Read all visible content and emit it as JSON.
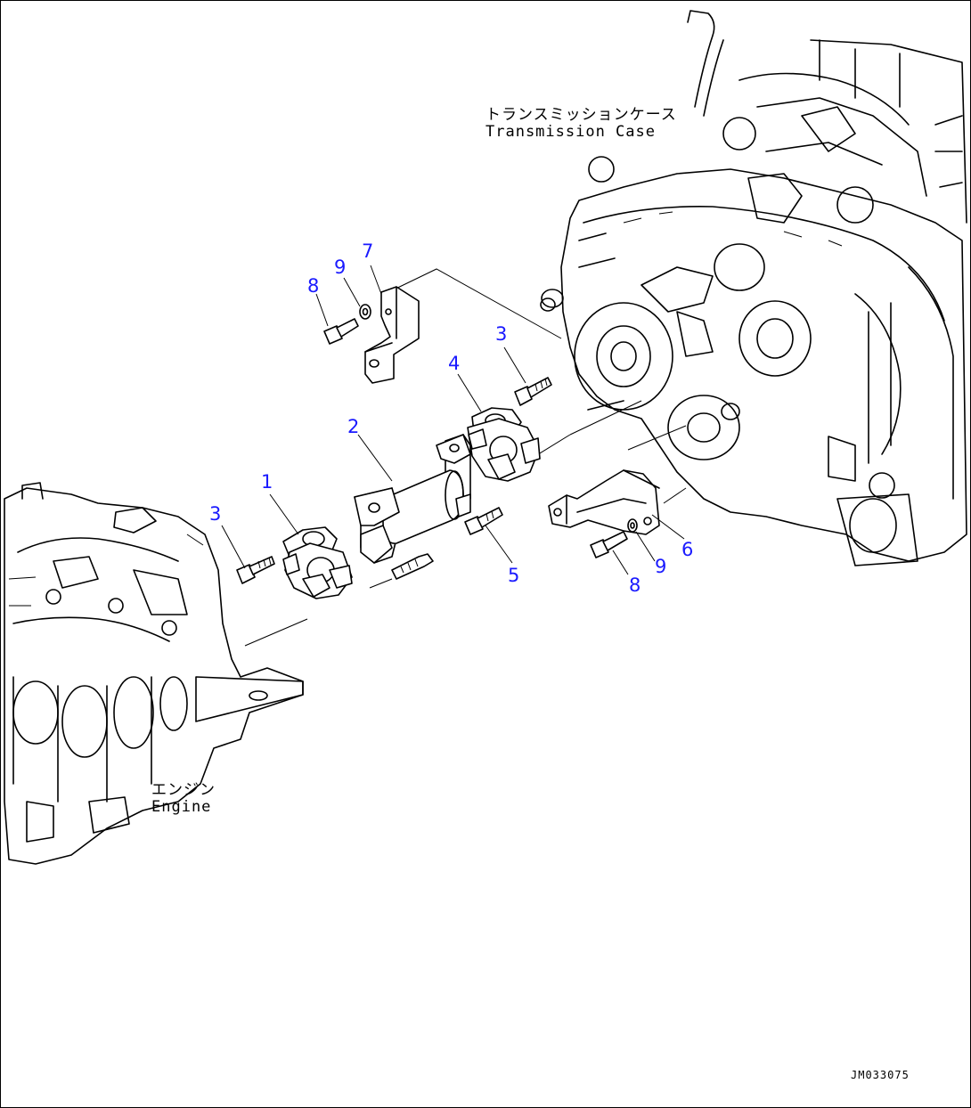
{
  "labels": {
    "transmission_case_jp": "トランスミッションケース",
    "transmission_case_en": "Transmission Case",
    "engine_jp": "エンジン",
    "engine_en": "Engine"
  },
  "callouts": {
    "c1": "1",
    "c2": "2",
    "c3_left": "3",
    "c3_right": "3",
    "c4": "4",
    "c5": "5",
    "c6": "6",
    "c7": "7",
    "c8_top": "8",
    "c8_bottom": "8",
    "c9_top": "9",
    "c9_bottom": "9"
  },
  "drawing_number": "JM033075",
  "colors": {
    "callout": "#1a1aff",
    "line": "#000000",
    "background": "#ffffff"
  }
}
